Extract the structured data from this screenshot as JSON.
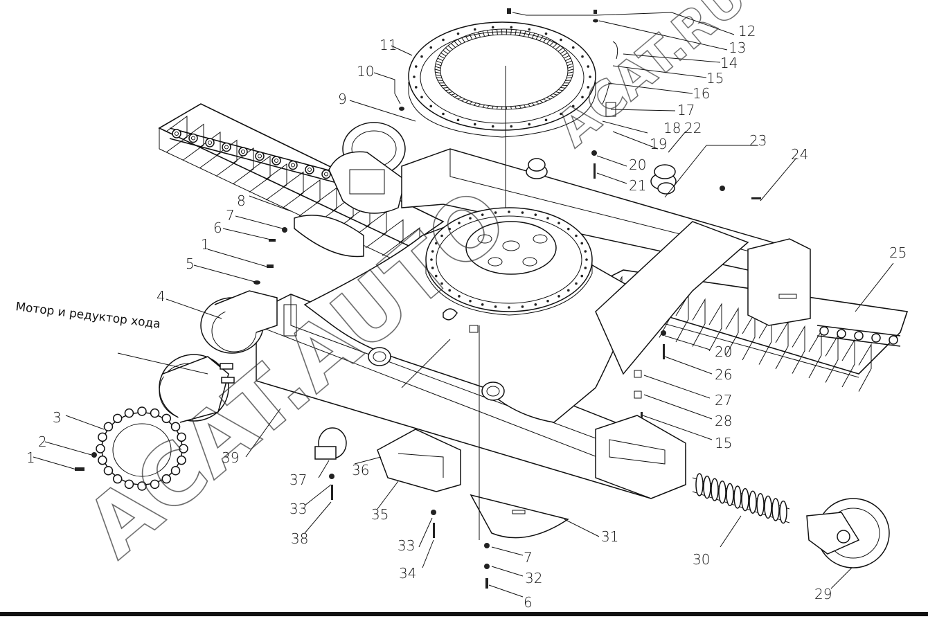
{
  "caption": "Мотор и редуктор хода",
  "watermark_primary": "ACAT.AUTO",
  "watermark_secondary": "ACAT.RU",
  "callouts": [
    {
      "id": "c1a",
      "label": "1"
    },
    {
      "id": "c1b",
      "label": "1"
    },
    {
      "id": "c2",
      "label": "2"
    },
    {
      "id": "c3",
      "label": "3"
    },
    {
      "id": "c4",
      "label": "4"
    },
    {
      "id": "c5",
      "label": "5"
    },
    {
      "id": "c6a",
      "label": "6"
    },
    {
      "id": "c6b",
      "label": "6"
    },
    {
      "id": "c7a",
      "label": "7"
    },
    {
      "id": "c7b",
      "label": "7"
    },
    {
      "id": "c8",
      "label": "8"
    },
    {
      "id": "c9",
      "label": "9"
    },
    {
      "id": "c10",
      "label": "10"
    },
    {
      "id": "c11",
      "label": "11"
    },
    {
      "id": "c12",
      "label": "12"
    },
    {
      "id": "c13",
      "label": "13"
    },
    {
      "id": "c14",
      "label": "14"
    },
    {
      "id": "c15a",
      "label": "15"
    },
    {
      "id": "c15b",
      "label": "15"
    },
    {
      "id": "c16",
      "label": "16"
    },
    {
      "id": "c17",
      "label": "17"
    },
    {
      "id": "c18",
      "label": "18"
    },
    {
      "id": "c19",
      "label": "19"
    },
    {
      "id": "c20a",
      "label": "20"
    },
    {
      "id": "c20b",
      "label": "20"
    },
    {
      "id": "c21",
      "label": "21"
    },
    {
      "id": "c22",
      "label": "22"
    },
    {
      "id": "c23",
      "label": "23"
    },
    {
      "id": "c24",
      "label": "24"
    },
    {
      "id": "c25",
      "label": "25"
    },
    {
      "id": "c26",
      "label": "26"
    },
    {
      "id": "c27",
      "label": "27"
    },
    {
      "id": "c28",
      "label": "28"
    },
    {
      "id": "c29",
      "label": "29"
    },
    {
      "id": "c30",
      "label": "30"
    },
    {
      "id": "c31",
      "label": "31"
    },
    {
      "id": "c32",
      "label": "32"
    },
    {
      "id": "c33a",
      "label": "33"
    },
    {
      "id": "c33b",
      "label": "33"
    },
    {
      "id": "c34",
      "label": "34"
    },
    {
      "id": "c35",
      "label": "35"
    },
    {
      "id": "c36",
      "label": "36"
    },
    {
      "id": "c37",
      "label": "37"
    },
    {
      "id": "c38",
      "label": "38"
    },
    {
      "id": "c39",
      "label": "39"
    }
  ]
}
